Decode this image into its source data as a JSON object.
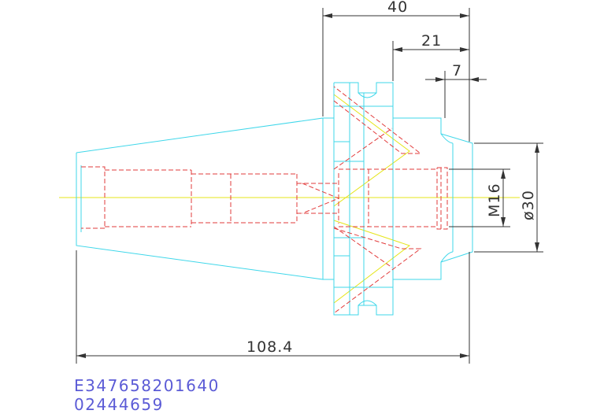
{
  "dimensions": {
    "total_length": "108.4",
    "flange_length": "40",
    "mid_length": "21",
    "end_length": "7",
    "thread": "M16",
    "diameter": "ø30"
  },
  "codes": {
    "line1": "E347658201640",
    "line2": "02444659"
  },
  "colors": {
    "outline": "#3fd7ea",
    "hidden": "#e23b3b",
    "center": "#e5e51a",
    "dimension": "#333333",
    "code_text": "#5b5bd6"
  }
}
